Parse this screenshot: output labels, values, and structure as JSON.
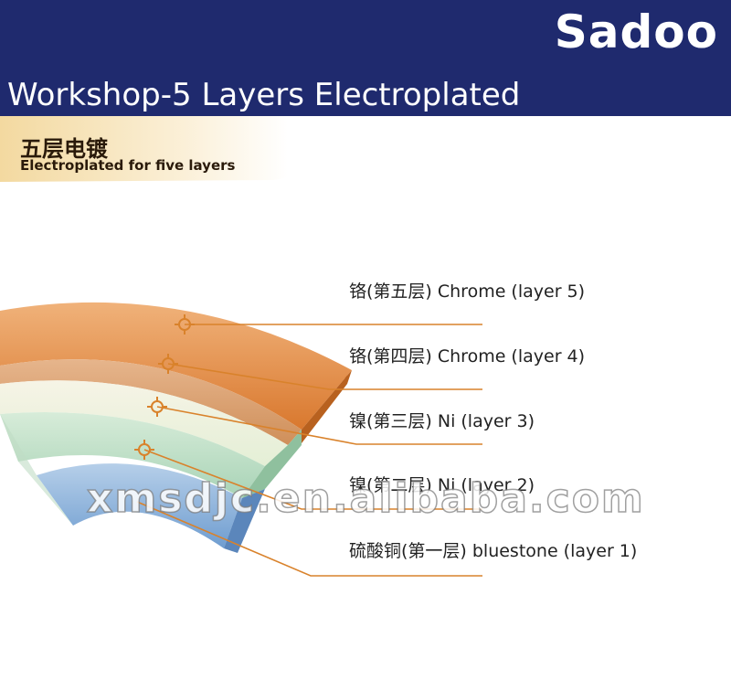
{
  "header": {
    "brand": "Sadoo",
    "title": "Workshop-5 Layers Electroplated",
    "background": "#1f2a6e"
  },
  "subheader": {
    "title_cn": "五层电镀",
    "title_en": "Electroplated for five layers"
  },
  "layers": [
    {
      "label": "铬(第五层) Chrome (layer 5)",
      "color": "#e08a3c"
    },
    {
      "label": "铬(第四层) Chrome (layer 4)",
      "color": "#d99a5e"
    },
    {
      "label": "镍(第三层) Ni (layer 3)",
      "color": "#e7f0d8"
    },
    {
      "label": "镍(第二层) Ni (layer 2)",
      "color": "#bfe0c8"
    },
    {
      "label": "硫酸铜(第一层) bluestone (layer 1)",
      "color": "#7fa8d8"
    }
  ],
  "watermark": "xmsdjc.en.alibaba.com",
  "colors": {
    "leader": "#d9822b"
  }
}
